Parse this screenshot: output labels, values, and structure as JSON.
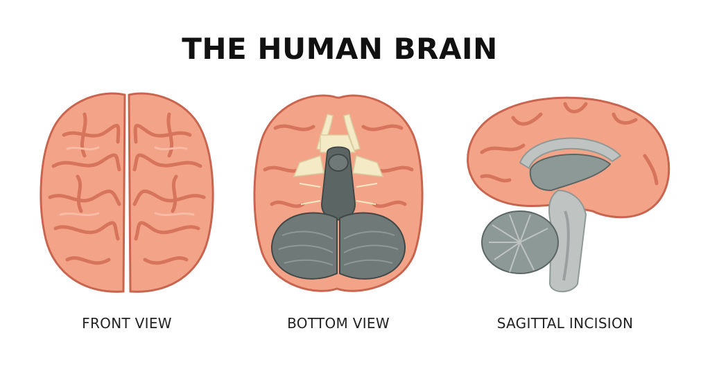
{
  "title": "THE HUMAN BRAIN",
  "views": [
    {
      "label": "FRONT VIEW"
    },
    {
      "label": "BOTTOM VIEW"
    },
    {
      "label": "SAGITTAL INCISION"
    }
  ],
  "colors": {
    "cortex": "#f3a488",
    "cortex_light": "#f7bca6",
    "sulcus": "#d6745c",
    "outline": "#c9654f",
    "cerebellum": "#6f7a78",
    "cerebellum_light": "#8d9997",
    "brainstem": "#5b6664",
    "nerve": "#f4eac6",
    "inner_grey": "#bfc3c2"
  }
}
